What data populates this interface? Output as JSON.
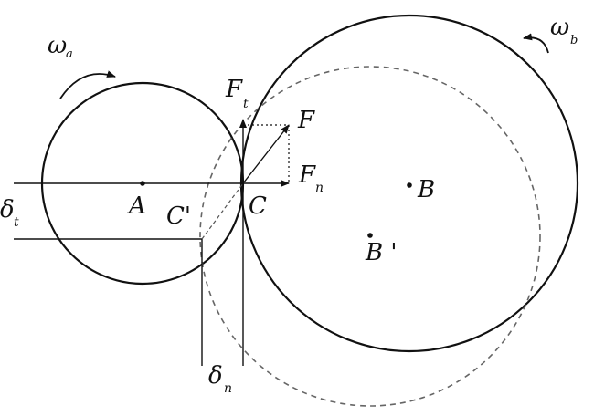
{
  "labels": {
    "omega_a": "ω",
    "omega_a_sub": "a",
    "omega_b": "ω",
    "omega_b_sub": "b",
    "F_t": "F",
    "F_t_sub": "t",
    "F": "F",
    "F_n": "F",
    "F_n_sub": "n",
    "A": "A",
    "B": "B",
    "B_prime": "B '",
    "C": "C",
    "C_prime": "C'",
    "delta_t": "δ",
    "delta_t_sub": "t",
    "delta_n": "δ",
    "delta_n_sub": "n"
  },
  "colors": {
    "stroke": "#111111",
    "dashed": "#555555"
  }
}
